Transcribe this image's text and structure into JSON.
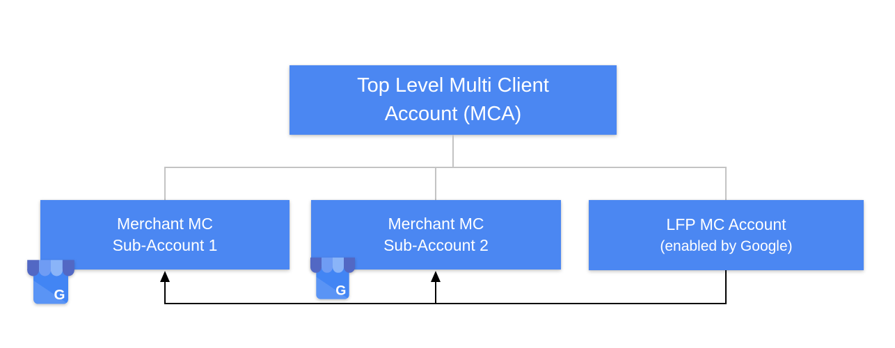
{
  "nodes": {
    "mca": {
      "line1": "Top Level Multi Client",
      "line2": "Account (MCA)"
    },
    "sub1": {
      "line1": "Merchant MC",
      "line2": "Sub-Account 1"
    },
    "sub2": {
      "line1": "Merchant MC",
      "line2": "Sub-Account 2"
    },
    "lfp": {
      "line1": "LFP MC Account",
      "line2": "(enabled by Google)"
    }
  },
  "icons": {
    "gmb": {
      "name": "google-my-business-icon",
      "letter": "G"
    }
  },
  "structure": {
    "hierarchy_parent": "mca",
    "hierarchy_children": [
      "sub1",
      "sub2",
      "lfp"
    ],
    "arrows": [
      {
        "from": "lfp",
        "to": "sub1"
      },
      {
        "from": "lfp",
        "to": "sub2"
      }
    ]
  },
  "colors": {
    "node_fill": "#4b87f2",
    "node_text": "#ffffff",
    "tree_line": "#c3c3c3",
    "arrow_line": "#000000",
    "gmb_body": "#4285f4",
    "gmb_dark": "#5268c4",
    "gmb_light": "#6f9cf4",
    "gmb_lighter": "#8ab4f8"
  }
}
